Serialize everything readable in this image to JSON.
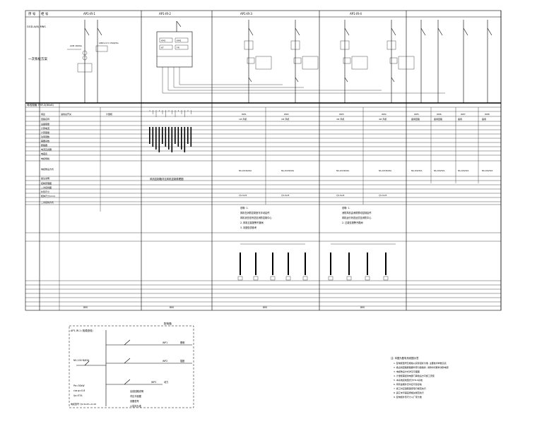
{
  "panels": [
    "AP1-IR-1",
    "AP1-IR-2",
    "AP1-IR-3",
    "AP1-IR-4"
  ],
  "panels_left": [
    "AP1-IR-1",
    "AP1-IR-2"
  ],
  "panels_right": [
    "AP1-IR-3",
    "AP1-IR-4"
  ],
  "left_header": {
    "row_no": "序 号",
    "panel": "柜 号",
    "model": "GGD-A(B)-MNS",
    "scheme": "一次系统方案"
  },
  "busbar": "母线规格 TMY-3(80x8)",
  "left_labels": [
    "用途",
    "回路名称",
    "设备容量",
    "计算电流",
    "计算容量",
    "功率因数",
    "需要系数",
    "断路器",
    "电流互感器",
    "电度表",
    "电缆规格",
    "电缆敷设方式",
    "备注说明",
    "控制原理图",
    "二次接线图",
    "外形尺寸",
    "柜体尺寸(mm)",
    "二次接线方式"
  ],
  "feeders": {
    "names": [
      "WP1",
      "WP2",
      "WP3",
      "WP4",
      "WP5",
      "WP6",
      "WP7",
      "WP8"
    ],
    "types": [
      "1# 风机",
      "2# 风机",
      "3# 风机",
      "4# 风机",
      "备用回路",
      "备用回路",
      "备用",
      "备用"
    ],
    "breakers": [
      "NS-100 N/63A",
      "NS-100 N/63A",
      "NS-100 N/63A",
      "NS-100 N/63A",
      "NS-100/32A",
      "NS-100/32A",
      "NS-100/32A",
      "NS-100/32A"
    ],
    "cables": [
      "YJV-3x25",
      "YJV-3x25",
      "YJV-3x25",
      "YJV-3x25"
    ]
  },
  "incoming": {
    "label1": "进线总开关",
    "label2": "计量柜",
    "breaker": "ACB 1600A",
    "ct": "LMZ1-0.5 1500/5A"
  },
  "middle_note": "风机控制箱详见风机控制原理图",
  "relay_labels": [
    "KM1",
    "KM2",
    "KT",
    "FR"
  ],
  "notes_mid": [
    "说明: 1.",
    "风机在消防控制室可手动启停",
    "风机状态信号送至消防控制中心",
    "2. 风机过载报警不跳闸",
    "3. 本图仅供参考"
  ],
  "notes_right": [
    "说明: 1.",
    "消防风机由消防联动控制启停",
    "风机运行状态反馈至消防中心",
    "2. 过载仅报警不跳闸"
  ],
  "bottom_row_values": [
    "800",
    "800",
    "800",
    "800"
  ],
  "schematic": {
    "title": "配电箱",
    "source": "AP1-IR-1 (电源进线)",
    "main_breaker": "NS-100 N/63A",
    "power": "Pe=30kW",
    "cos": "cos φ=0.8",
    "current": "Ijs=57A",
    "cable": "电缆型号 YJV-4x25+1x16",
    "outputs": [
      "WP1",
      "WP2",
      "WP3"
    ],
    "output_labels": [
      "照明",
      "插座",
      "动力"
    ],
    "mid_text": [
      "出线回路说明",
      "详见平面图",
      "设备型号",
      "以实际为准"
    ]
  },
  "notes_bottom": {
    "title": "注: 本图为配电系统图示意",
    "lines": [
      "1. 配电柜型号及规格以实际招标为准, 主要技术参数见表",
      "2. 各出线回路断路器均带分励脱扣, 消防时切断非消防电源",
      "3. 电缆敷设方式详见平面图",
      "4. 计量柜需经供电部门审批后方可施工安装",
      "5. 本系统接地型式为TN-S系统",
      "6. 所有金属外壳均应可靠接地",
      "7. 施工时应遵照国家现行规范执行",
      "8. 其它未尽事宜按相关规范执行",
      "9. 配电柜外形尺寸以厂家为准"
    ]
  }
}
